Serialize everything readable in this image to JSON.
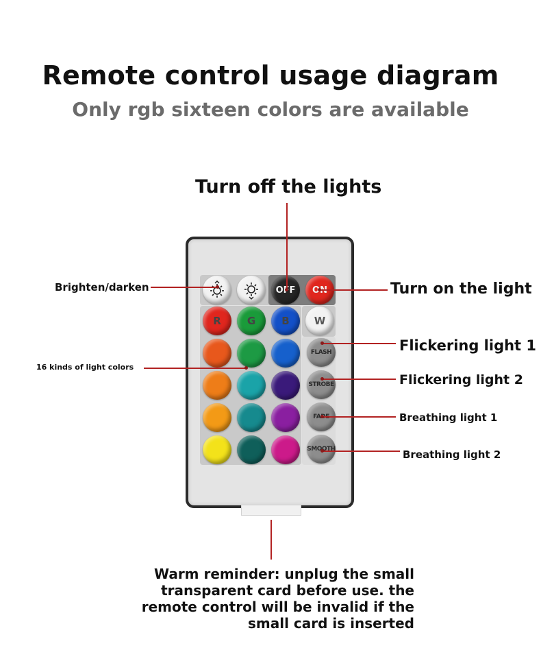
{
  "title": "Remote control usage diagram",
  "subtitle": "Only rgb sixteen colors are available",
  "callouts": {
    "turn_off": "Turn off the lights",
    "brighten": "Brighten/darken",
    "turn_on": "Turn on the light",
    "colors": "16 kinds of light colors",
    "flicker1": "Flickering light 1",
    "flicker2": "Flickering light 2",
    "breath1": "Breathing light 1",
    "breath2": "Breathing light 2"
  },
  "reminder": {
    "lines": [
      "Warm reminder: unplug the small",
      "transparent card before use. the",
      "remote control will be invalid if the",
      "small card is inserted"
    ]
  },
  "remote": {
    "top_row": [
      {
        "name": "brightness-up-button",
        "label": "",
        "icon": "sun-up-icon",
        "style": "white"
      },
      {
        "name": "brightness-down-button",
        "label": "",
        "icon": "sun-down-icon",
        "style": "white"
      },
      {
        "name": "off-button",
        "label": "OFF",
        "color": "#262626",
        "style": "black"
      },
      {
        "name": "on-button",
        "label": "ON",
        "color": "#e0261e",
        "style": "black"
      }
    ],
    "color_rows": [
      [
        {
          "label": "R",
          "color": "#e0261e"
        },
        {
          "label": "G",
          "color": "#1a9b3a"
        },
        {
          "label": "B",
          "color": "#1350c8"
        },
        {
          "label": "W",
          "color": "#f2f2f2"
        }
      ],
      [
        {
          "label": "",
          "color": "#e8581c"
        },
        {
          "label": "",
          "color": "#1d9a44"
        },
        {
          "label": "",
          "color": "#1660cc"
        }
      ],
      [
        {
          "label": "",
          "color": "#ee7d18"
        },
        {
          "label": "",
          "color": "#1aa3a8"
        },
        {
          "label": "",
          "color": "#3a1a7a"
        }
      ],
      [
        {
          "label": "",
          "color": "#f39a16"
        },
        {
          "label": "",
          "color": "#168a8e"
        },
        {
          "label": "",
          "color": "#8a1fa0"
        }
      ],
      [
        {
          "label": "",
          "color": "#f3e21a"
        },
        {
          "label": "",
          "color": "#0f5f5a"
        },
        {
          "label": "",
          "color": "#cc1a8a"
        }
      ]
    ],
    "mode_buttons": [
      {
        "name": "flash-button",
        "label": "FLASH"
      },
      {
        "name": "strobe-button",
        "label": "STROBE"
      },
      {
        "name": "fade-button",
        "label": "FADE"
      },
      {
        "name": "smooth-button",
        "label": "SMOOTH"
      }
    ]
  },
  "colors": {
    "callout_line": "#b22222",
    "remote_border": "#2b2b2b",
    "remote_body": "#e4e4e4",
    "subtitle": "#6b6b6b"
  }
}
